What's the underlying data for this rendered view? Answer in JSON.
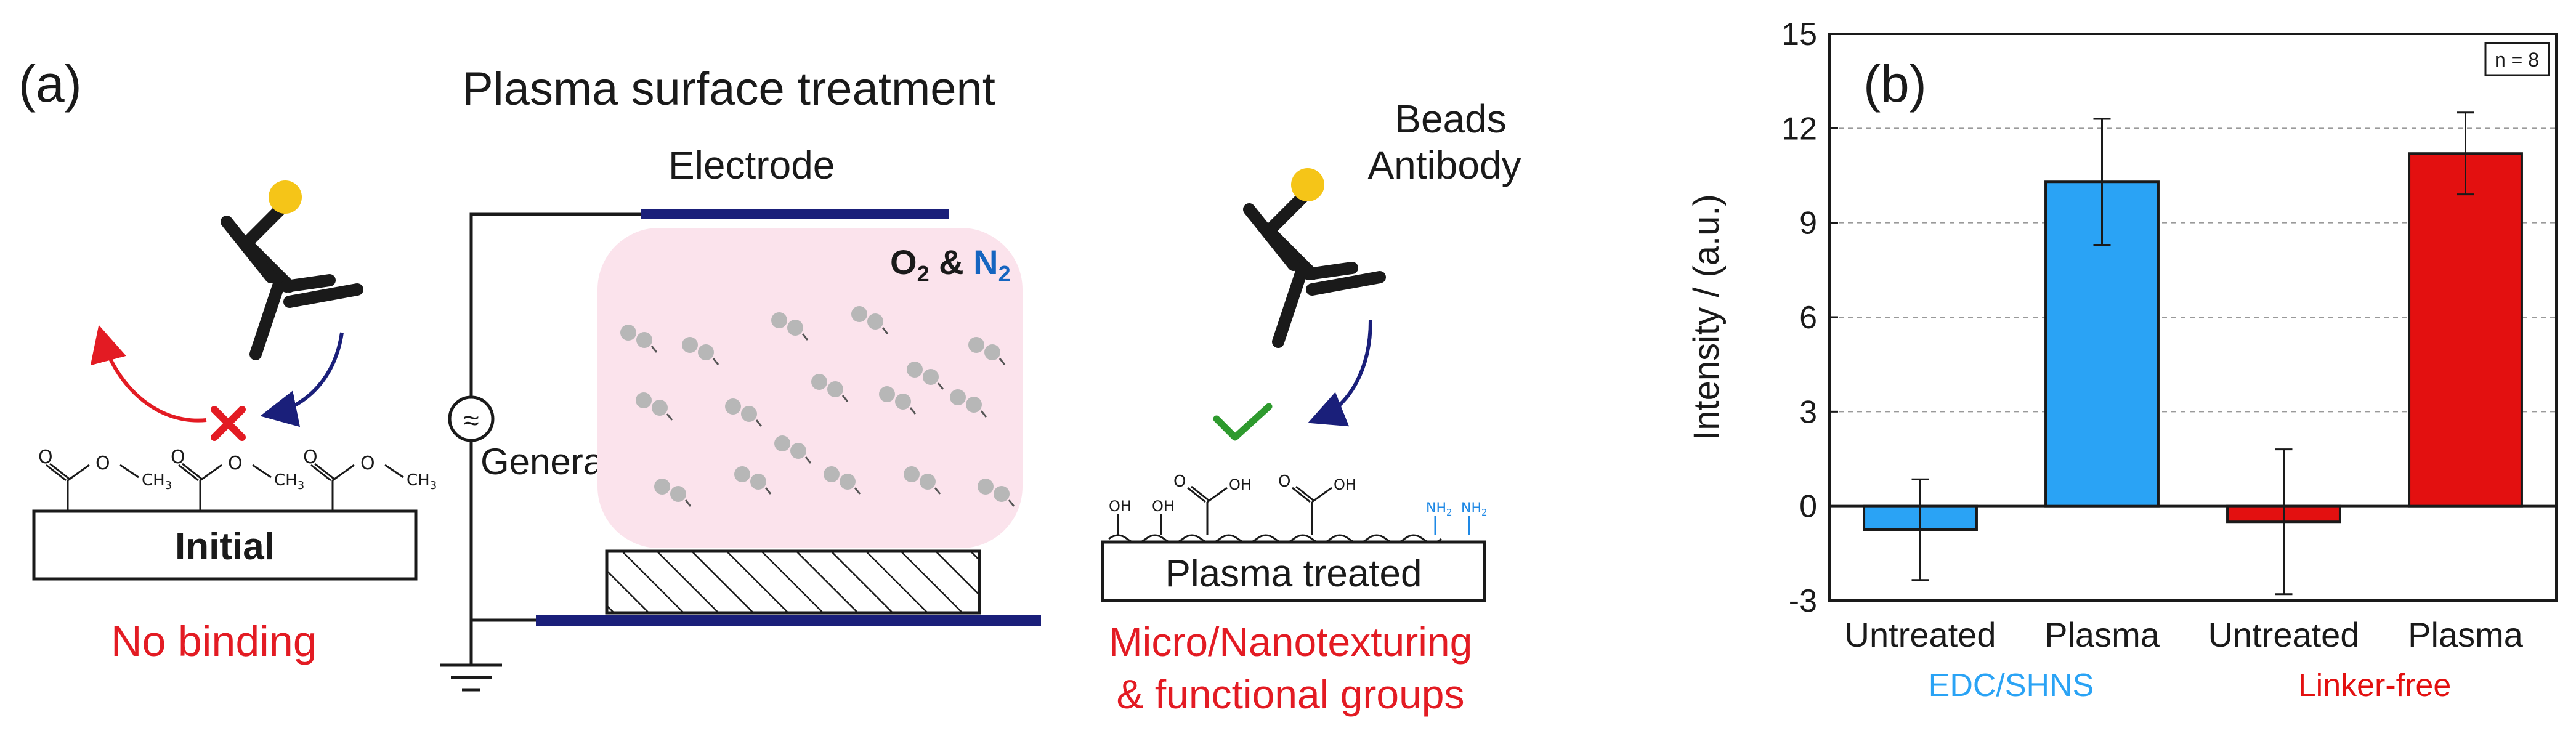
{
  "panel_a": {
    "label": "(a)",
    "title": "Plasma surface treatment",
    "electrode": "Electrode",
    "gas": {
      "o": "O",
      "o_sub": "2",
      "amp": " & ",
      "n": "N",
      "n_sub": "2"
    },
    "generator": "Generator",
    "generator_symbol": "≈",
    "beads": "Beads",
    "antibody": "Antibody",
    "initial": "Initial",
    "no_binding": "No binding",
    "plasma_treated": "Plasma treated",
    "texturing_line1": "Micro/Nanotexturing",
    "texturing_line2": "& functional groups",
    "chem": {
      "O": "O",
      "OH": "OH",
      "CH3": "CH",
      "CH3_sub": "3",
      "NH2": "NH",
      "NH2_sub": "2"
    },
    "colors": {
      "red": "#e31b23",
      "navy": "#1a1f7a",
      "bead": "#f5c518",
      "cloud": "#fbe3ec",
      "gas_n": "#1565c0",
      "amine": "#1e88e5",
      "check": "#2e9a2e"
    }
  },
  "panel_b": {
    "label": "(b)",
    "n_label": "n = 8"
  },
  "chart_data": {
    "type": "bar",
    "categories": [
      "Untreated",
      "Plasma",
      "Untreated",
      "Plasma"
    ],
    "groups": [
      {
        "name": "EDC/SHNS",
        "color": "#2aa3f5",
        "categories": [
          "Untreated",
          "Plasma"
        ]
      },
      {
        "name": "Linker-free",
        "color": "#e31010",
        "categories": [
          "Untreated",
          "Plasma"
        ]
      }
    ],
    "values": [
      -0.75,
      10.3,
      -0.5,
      11.2
    ],
    "errors": [
      1.6,
      2.0,
      2.3,
      1.3
    ],
    "bar_colors": [
      "#2aa3f5",
      "#2aa3f5",
      "#e31010",
      "#e31010"
    ],
    "ylabel": "Intensity / (a.u.)",
    "ylim": [
      -3,
      15
    ],
    "yticks": [
      -3,
      0,
      3,
      6,
      9,
      12,
      15
    ],
    "grid": "horizontal dashed",
    "legend": "none"
  }
}
